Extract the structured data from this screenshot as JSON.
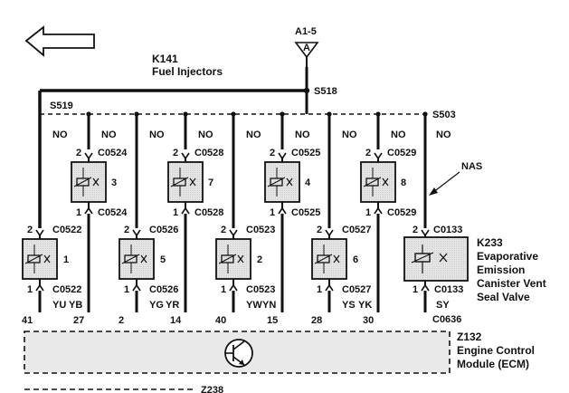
{
  "arrow": {
    "icon": "left-arrow-icon"
  },
  "power": {
    "fuse": "A1-5",
    "symbol": "A"
  },
  "k141": {
    "id": "K141",
    "name": "Fuel Injectors"
  },
  "splices": {
    "s518": "S518",
    "s519": "S519",
    "s503": "S503"
  },
  "nas_label": "NAS",
  "no_label": "NO",
  "pin1": "1",
  "pin2": "2",
  "lower_injectors": [
    {
      "number": "1",
      "top_conn": "C0522",
      "bottom_conn": "C0522",
      "wire": "YU",
      "pin": "41"
    },
    {
      "number": "5",
      "top_conn": "C0526",
      "bottom_conn": "C0526",
      "wire": "YG",
      "pin": "2"
    },
    {
      "number": "2",
      "top_conn": "C0523",
      "bottom_conn": "C0523",
      "wire": "YW",
      "pin": "40"
    },
    {
      "number": "6",
      "top_conn": "C0527",
      "bottom_conn": "C0527",
      "wire": "YS",
      "pin": "28"
    }
  ],
  "upper_injectors": [
    {
      "number": "3",
      "top_conn": "C0524",
      "bottom_conn": "C0524",
      "wire": "YB",
      "pin": "27"
    },
    {
      "number": "7",
      "top_conn": "C0528",
      "bottom_conn": "C0528",
      "wire": "YR",
      "pin": "14"
    },
    {
      "number": "4",
      "top_conn": "C0525",
      "bottom_conn": "C0525",
      "wire": "YN",
      "pin": "15"
    },
    {
      "number": "8",
      "top_conn": "C0529",
      "bottom_conn": "C0529",
      "wire": "YK",
      "pin": "30"
    }
  ],
  "k233": {
    "id": "K233",
    "name_lines": [
      "Evaporative",
      "Emission",
      "Canister Vent",
      "Seal Valve"
    ],
    "top_conn": "C0133",
    "bottom_conn": "C0133",
    "wire": "SY"
  },
  "ecm": {
    "connector": "C0636",
    "id": "Z132",
    "name_lines": [
      "Engine Control",
      "Module (ECM)"
    ],
    "icon": "transistor-icon"
  },
  "z238": {
    "id": "Z238"
  }
}
